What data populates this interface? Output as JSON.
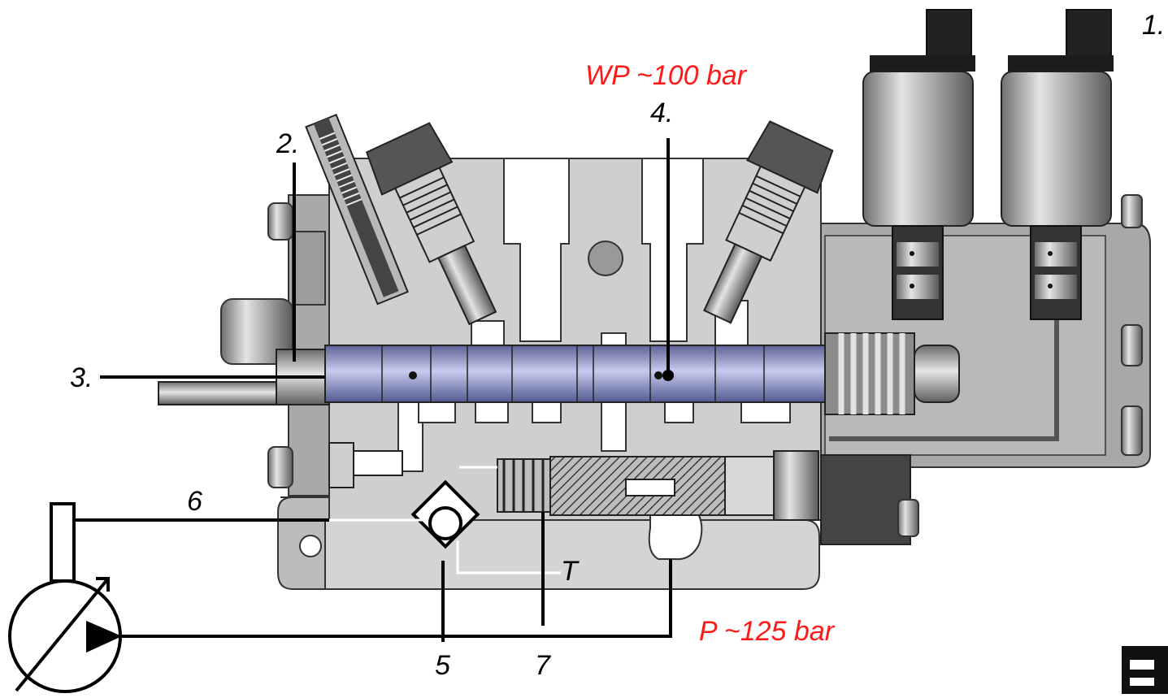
{
  "labels": {
    "l1": "1.",
    "l2": "2.",
    "l3": "3.",
    "l4": "4.",
    "l5": "5",
    "l6": "6",
    "l7": "7",
    "lT": "T",
    "wp": "WP ~100 bar",
    "p": "P ~125 bar"
  },
  "colors": {
    "annotation_red": "#ff1a1a",
    "spool_blue": "#8a92c8",
    "housing_gray": "#c9c9c9"
  }
}
